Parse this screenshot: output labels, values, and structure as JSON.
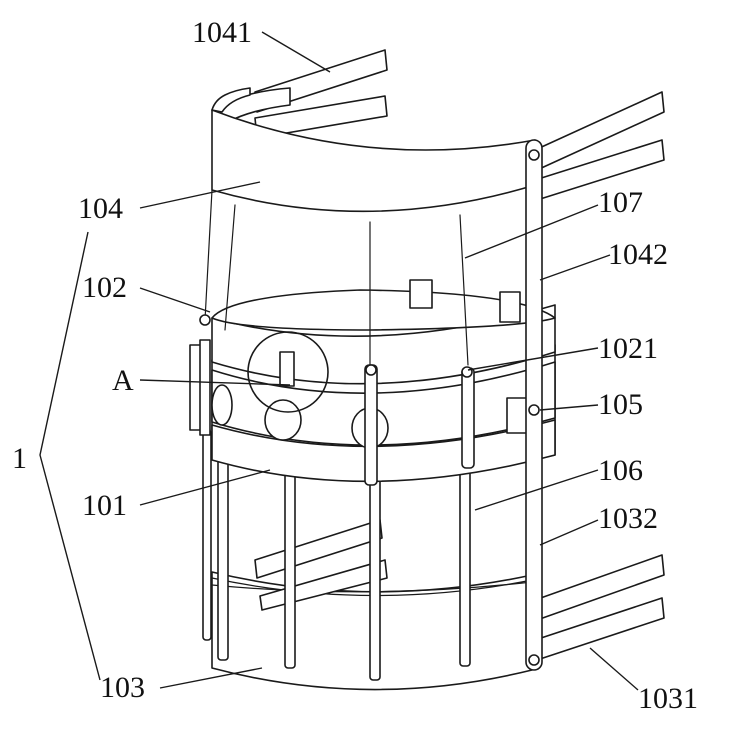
{
  "labels": {
    "l1041": "1041",
    "l104": "104",
    "l107": "107",
    "l1042": "1042",
    "l102": "102",
    "l1021": "1021",
    "lA": "A",
    "l105": "105",
    "l1": "1",
    "l106": "106",
    "l101": "101",
    "l1032": "1032",
    "l103": "103",
    "l1031": "1031"
  }
}
